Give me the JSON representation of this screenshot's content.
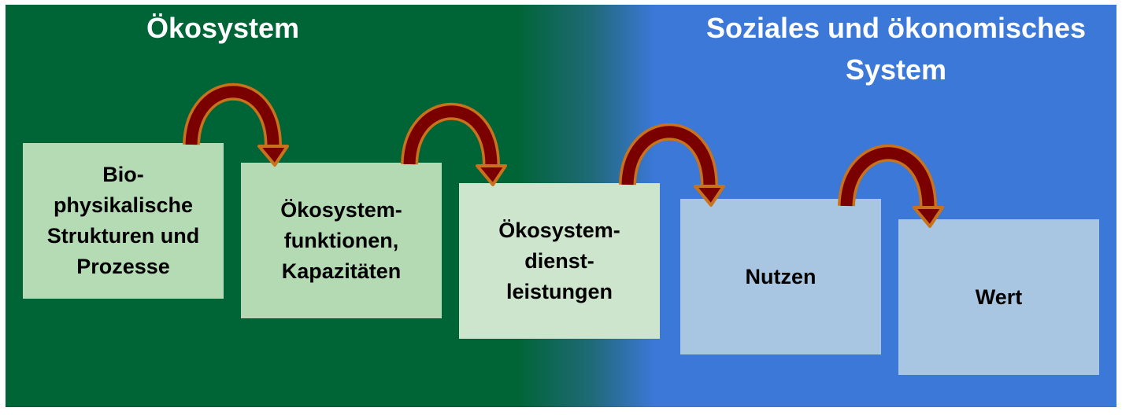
{
  "titles": {
    "left": "Ökosystem",
    "right": "Soziales und ökonomisches\nSystem"
  },
  "boxes": [
    {
      "label": "Bio-\nphysikalische\nStrukturen und\nProzesse",
      "color": "#b5dbb5"
    },
    {
      "label": "Ökosystem-\nfunktionen,\nKapazitäten",
      "color": "#b3dab3"
    },
    {
      "label": "Ökosystem-\ndienst-\nleistungen",
      "color": "#cde5cc"
    },
    {
      "label": "Nutzen",
      "color": "#a8c6e2"
    },
    {
      "label": "Wert",
      "color": "#a8c6e2"
    }
  ],
  "colors": {
    "arrow_fill": "#7a0000",
    "arrow_outline": "#c9721c",
    "green": "#006536",
    "blue": "#3b78d8"
  }
}
